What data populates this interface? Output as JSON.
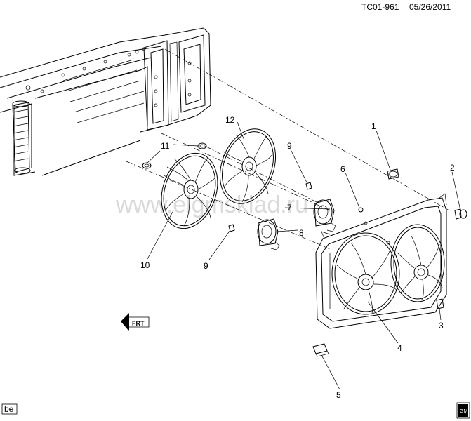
{
  "header": {
    "drawing_id": "TC01-961",
    "date": "05/26/2011"
  },
  "watermark": "www.elgmsklad.ru",
  "footer": {
    "badge": "be",
    "logo_text": "GM"
  },
  "callouts": [
    {
      "id": "callout-1",
      "text": "1"
    },
    {
      "id": "callout-2",
      "text": "2"
    },
    {
      "id": "callout-3",
      "text": "3"
    },
    {
      "id": "callout-4",
      "text": "4"
    },
    {
      "id": "callout-5",
      "text": "5"
    },
    {
      "id": "callout-6",
      "text": "6"
    },
    {
      "id": "callout-7",
      "text": "7"
    },
    {
      "id": "callout-8",
      "text": "8"
    },
    {
      "id": "callout-9a",
      "text": "9"
    },
    {
      "id": "callout-9b",
      "text": "9"
    },
    {
      "id": "callout-10",
      "text": "10"
    },
    {
      "id": "callout-11",
      "text": "11"
    },
    {
      "id": "callout-12",
      "text": "12"
    }
  ],
  "front_arrow": "FRT"
}
